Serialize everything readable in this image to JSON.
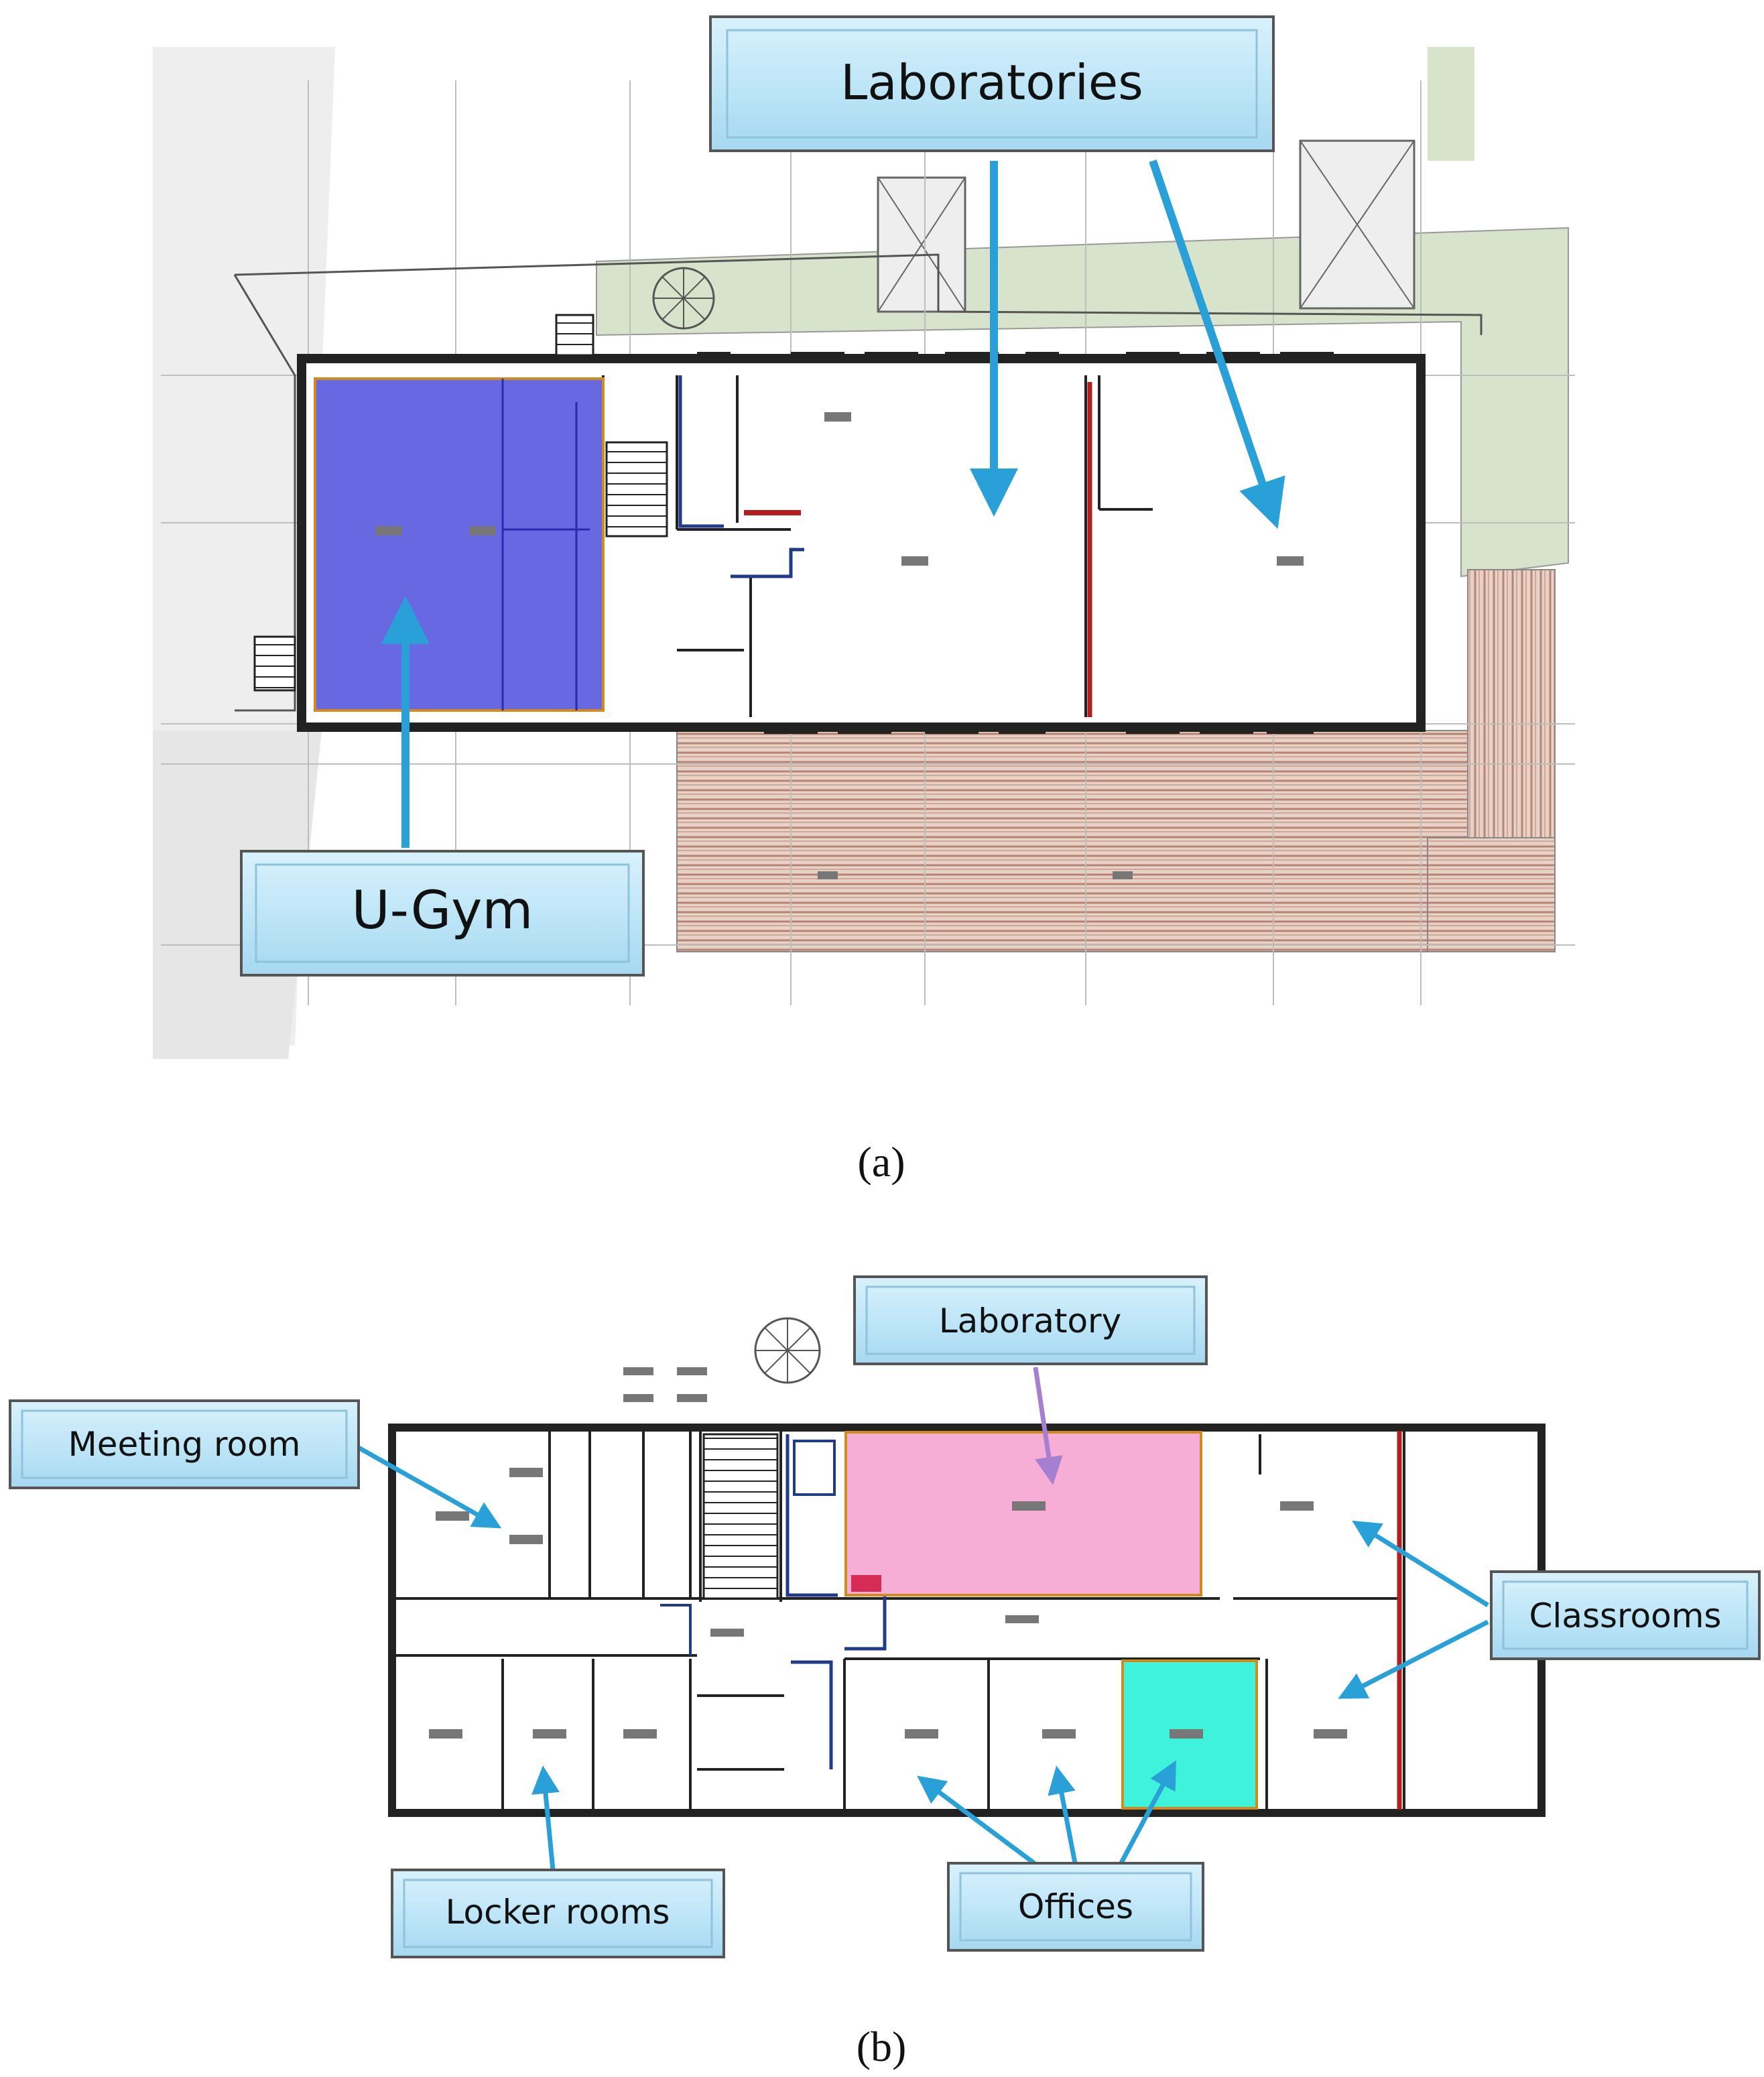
{
  "panel_a": {
    "caption": "(a)",
    "labels": {
      "laboratories": "Laboratories",
      "u_gym": "U-Gym"
    }
  },
  "panel_b": {
    "caption": "(b)",
    "labels": {
      "laboratory": "Laboratory",
      "meeting_room": "Meeting room",
      "classrooms": "Classrooms",
      "locker_rooms": "Locker rooms",
      "offices": "Offices"
    }
  },
  "colors": {
    "u_gym_fill": "#5b5be0",
    "laboratory_fill": "#f7aed6",
    "office_fill": "#3ff2dc",
    "callout_fill": "#bfe6f8",
    "arrow_blue": "#2aa0d8",
    "arrow_purple": "#a77fd0",
    "hatch_brown": "#c79a88",
    "green_area": "#d8e3cc",
    "wall_red": "#b51e1e",
    "wall_blue": "#1f3b8a"
  }
}
